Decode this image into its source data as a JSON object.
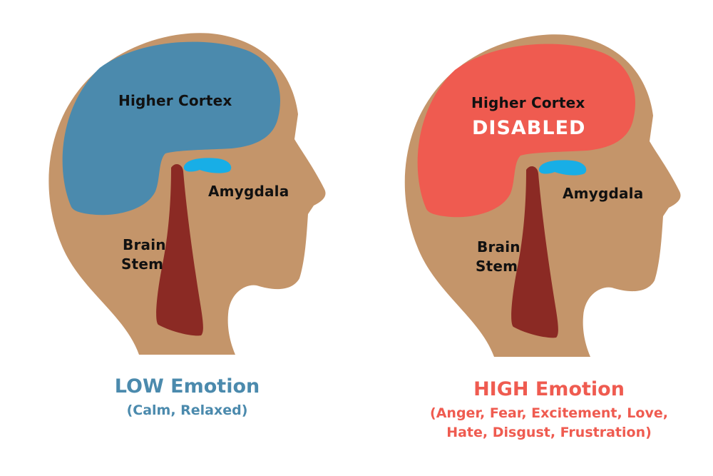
{
  "colors": {
    "background": "#ffffff",
    "skin": "#c4956a",
    "low_cortex": "#4b8aad",
    "high_cortex": "#ef5b50",
    "amygdala": "#18aee6",
    "brain_stem": "#8b2a24",
    "label_text": "#111111",
    "disabled_text": "#ffffff"
  },
  "panels": [
    {
      "cortex_label": "Higher Cortex",
      "amygdala_label": "Amygdala",
      "brain_stem_label_line1": "Brain",
      "brain_stem_label_line2": "Stem",
      "title": "LOW Emotion",
      "subtitle_line1": "(Calm, Relaxed)"
    },
    {
      "cortex_label": "Higher Cortex",
      "cortex_status": "DISABLED",
      "amygdala_label": "Amygdala",
      "brain_stem_label_line1": "Brain",
      "brain_stem_label_line2": "Stem",
      "title": "HIGH Emotion",
      "subtitle_line1": "(Anger, Fear, Excitement, Love,",
      "subtitle_line2": "Hate, Disgust, Frustration)"
    }
  ]
}
